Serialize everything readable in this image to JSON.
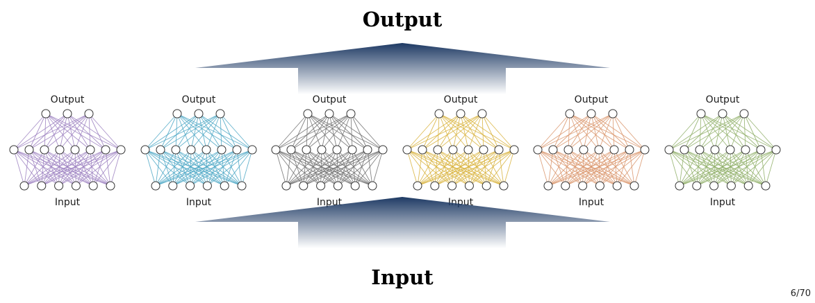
{
  "title_top": "Output",
  "title_bottom": "Input",
  "page_number": "6/70",
  "arrow_color": "#1e3a64",
  "network_layers": [
    3,
    8,
    6
  ],
  "networks": [
    {
      "output_label": "Output",
      "input_label": "Input",
      "color": "#9b7fc0"
    },
    {
      "output_label": "Output",
      "input_label": "Input",
      "color": "#4aa6c4"
    },
    {
      "output_label": "Output",
      "input_label": "Input",
      "color": "#6f6f6f"
    },
    {
      "output_label": "Output",
      "input_label": "Input",
      "color": "#d8b23a"
    },
    {
      "output_label": "Output",
      "input_label": "Input",
      "color": "#d9946a"
    },
    {
      "output_label": "Output",
      "input_label": "Input",
      "color": "#8eae66"
    }
  ]
}
